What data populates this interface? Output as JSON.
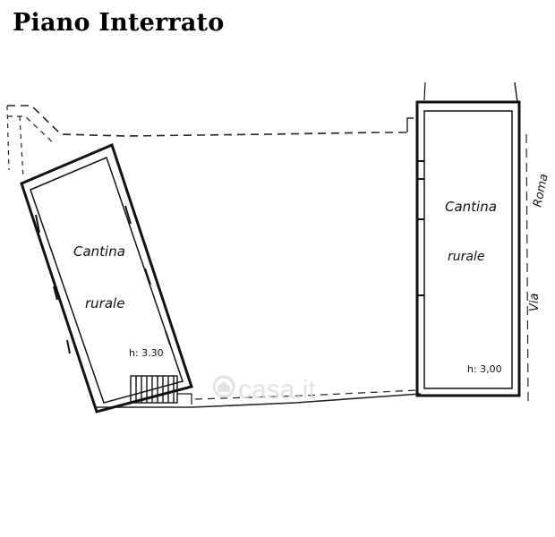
{
  "title": "Piano Interrato",
  "rooms": [
    {
      "name": "Cantina",
      "sub": "rurale",
      "height": "h: 3.30"
    },
    {
      "name": "Cantina",
      "sub": "rurale",
      "height": "h: 3,00"
    }
  ],
  "street": {
    "word1": "Via",
    "word2": "Roma"
  },
  "watermark": "casa.it",
  "icons": [
    "stairs-icon",
    "casa-logo-icon"
  ]
}
